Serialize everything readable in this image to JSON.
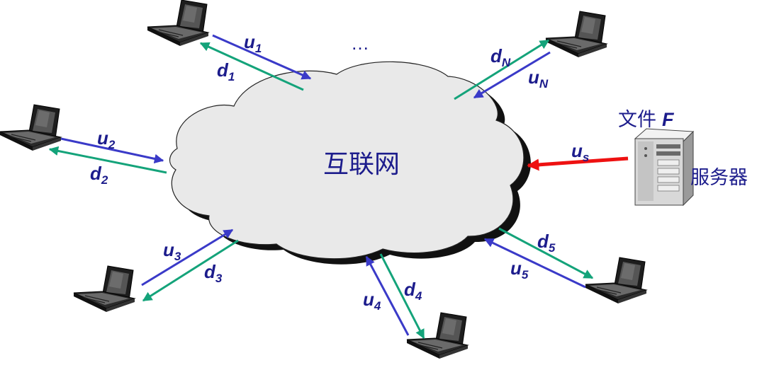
{
  "cloud": {
    "label": "互联网"
  },
  "server": {
    "file_text": "文件",
    "file_var": "F",
    "label": "服务器"
  },
  "ellipsis": "…",
  "links": [
    {
      "id": "peer-1",
      "up": "u",
      "up_sub": "1",
      "down": "d",
      "down_sub": "1"
    },
    {
      "id": "peer-2",
      "up": "u",
      "up_sub": "2",
      "down": "d",
      "down_sub": "2"
    },
    {
      "id": "peer-3",
      "up": "u",
      "up_sub": "3",
      "down": "d",
      "down_sub": "3"
    },
    {
      "id": "peer-4",
      "up": "u",
      "up_sub": "4",
      "down": "d",
      "down_sub": "4"
    },
    {
      "id": "peer-5",
      "up": "u",
      "up_sub": "5",
      "down": "d",
      "down_sub": "5"
    },
    {
      "id": "peer-n",
      "up": "u",
      "up_sub": "N",
      "down": "d",
      "down_sub": "N"
    },
    {
      "id": "server",
      "up": "u",
      "up_sub": "s"
    }
  ],
  "colors": {
    "upload": "#3a3ac8",
    "download": "#14a37a",
    "server_upload": "#ee1111",
    "label": "#1c1c8c",
    "cloud_fill": "#e9e9e9",
    "cloud_edge": "#111111"
  }
}
